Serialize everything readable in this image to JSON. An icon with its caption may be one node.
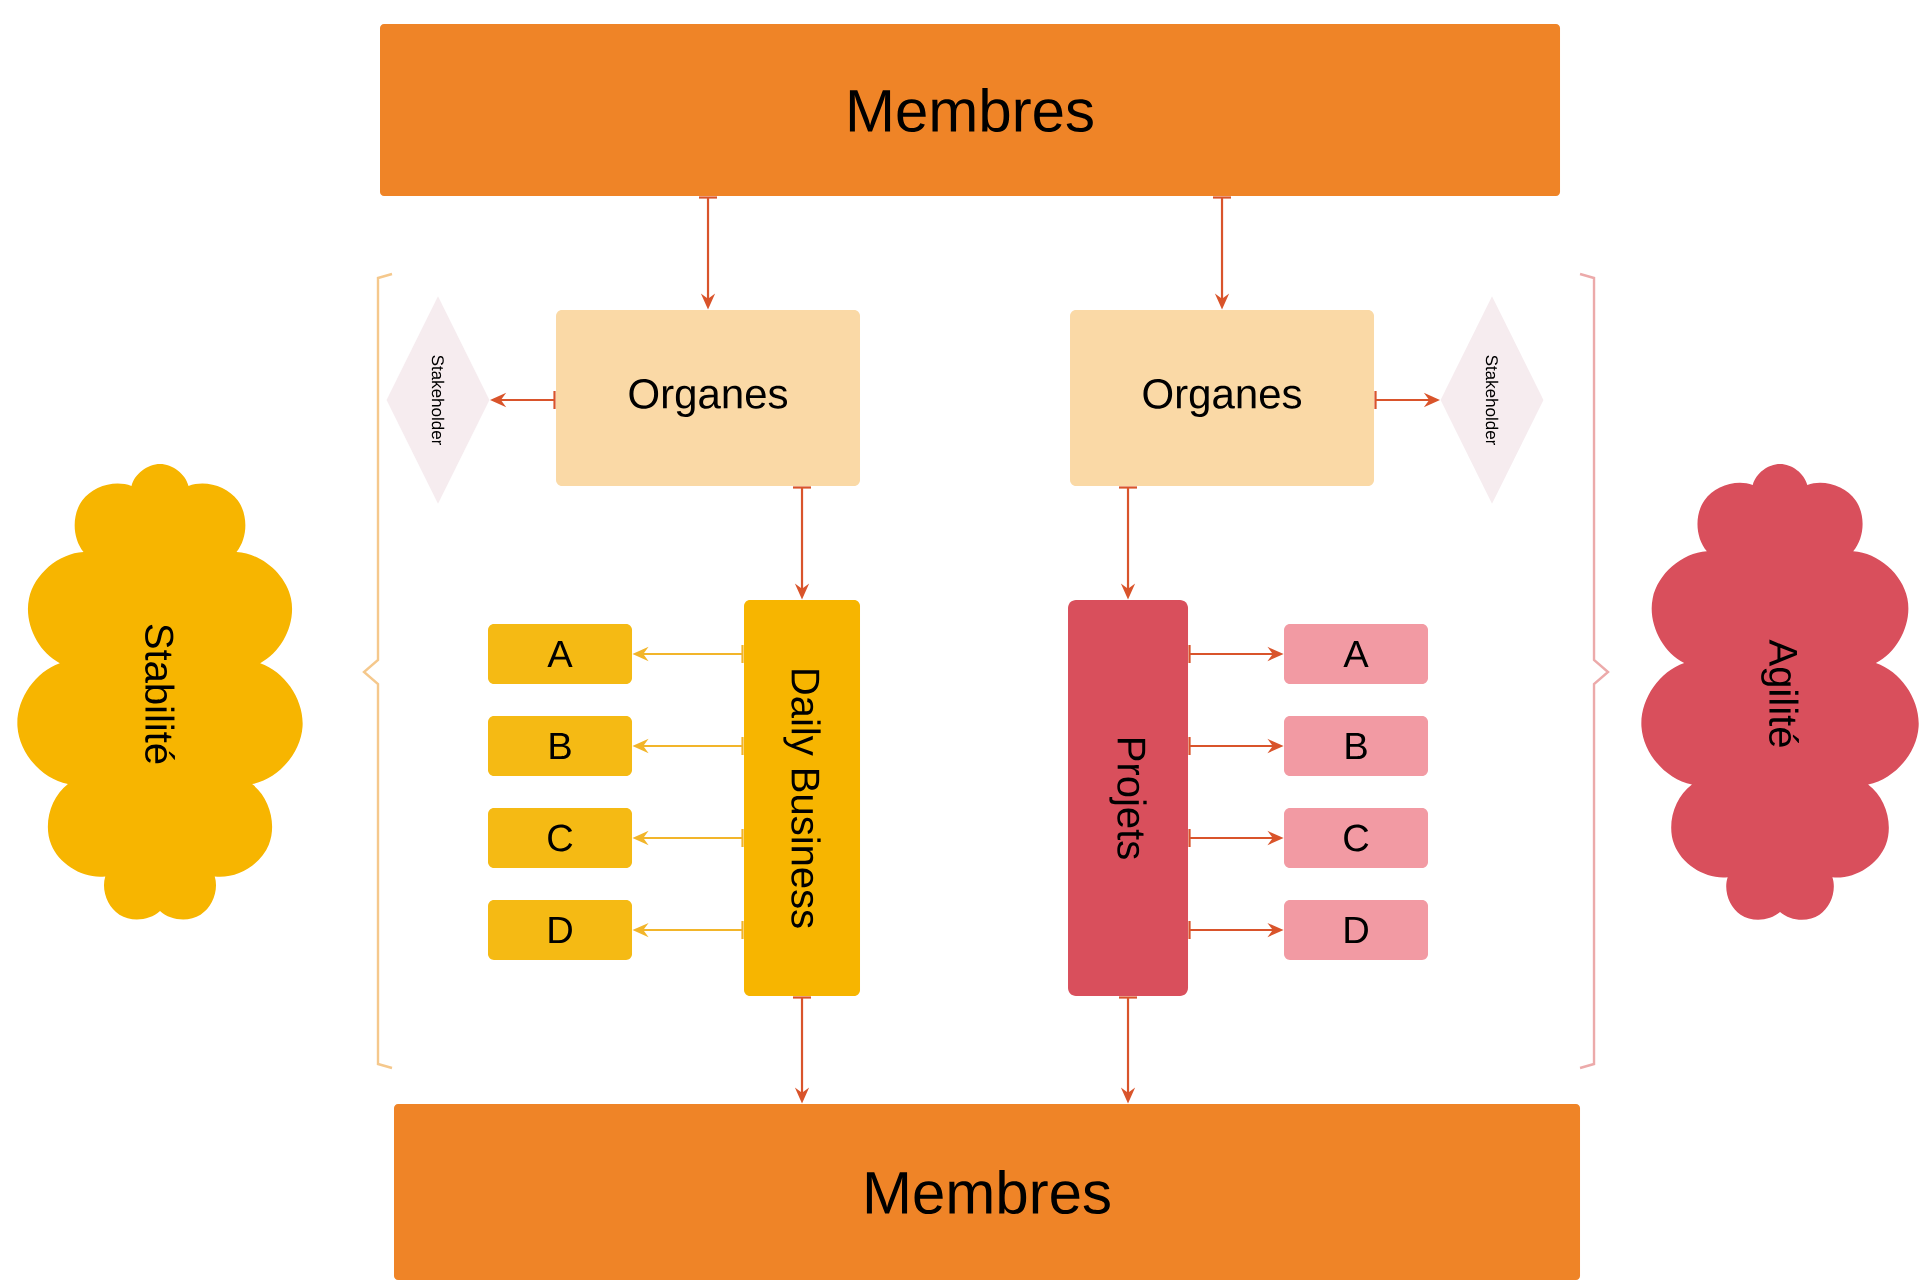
{
  "diagram": {
    "nodes": [
      {
        "text": [
          "Membres"
        ]
      },
      {
        "text": [
          "Organes"
        ]
      },
      {
        "text": [
          "Organes"
        ]
      },
      {
        "text": [
          "Stakeholder"
        ]
      },
      {
        "text": [
          "Stakeholder"
        ]
      },
      {
        "text": [
          "Daily Business"
        ]
      },
      {
        "text": [
          "A"
        ]
      },
      {
        "text": [
          "B"
        ]
      },
      {
        "text": [
          "C"
        ]
      },
      {
        "text": [
          "D"
        ]
      },
      {
        "text": [
          "Projets"
        ]
      },
      {
        "text": [
          "A"
        ]
      },
      {
        "text": [
          "B"
        ]
      },
      {
        "text": [
          "C"
        ]
      },
      {
        "text": [
          "D"
        ]
      },
      {
        "text": [
          "Stabilité"
        ]
      },
      {
        "text": [
          "Agilité"
        ]
      },
      {
        "text": [
          "Membres"
        ]
      }
    ],
    "edges": [
      {
        "from": 0,
        "to": 1,
        "arrow": "to"
      },
      {
        "from": 0,
        "to": 2,
        "arrow": "to"
      },
      {
        "from": 1,
        "to": 3,
        "arrow": "to"
      },
      {
        "from": 2,
        "to": 4,
        "arrow": "to"
      },
      {
        "from": 1,
        "to": 5,
        "arrow": "to"
      },
      {
        "from": 2,
        "to": 10,
        "arrow": "to"
      },
      {
        "from": 5,
        "to": 6,
        "arrow": "to",
        "color": "#f2b52a"
      },
      {
        "from": 5,
        "to": 7,
        "arrow": "to",
        "color": "#f2b52a"
      },
      {
        "from": 5,
        "to": 8,
        "arrow": "to",
        "color": "#f2b52a"
      },
      {
        "from": 5,
        "to": 9,
        "arrow": "to",
        "color": "#f2b52a"
      },
      {
        "from": 10,
        "to": 11,
        "arrow": "to"
      },
      {
        "from": 10,
        "to": 12,
        "arrow": "to"
      },
      {
        "from": 10,
        "to": 13,
        "arrow": "to"
      },
      {
        "from": 10,
        "to": 14,
        "arrow": "to"
      },
      {
        "from": 5,
        "to": 17,
        "arrow": "to"
      },
      {
        "from": 10,
        "to": 17,
        "arrow": "to"
      }
    ]
  }
}
